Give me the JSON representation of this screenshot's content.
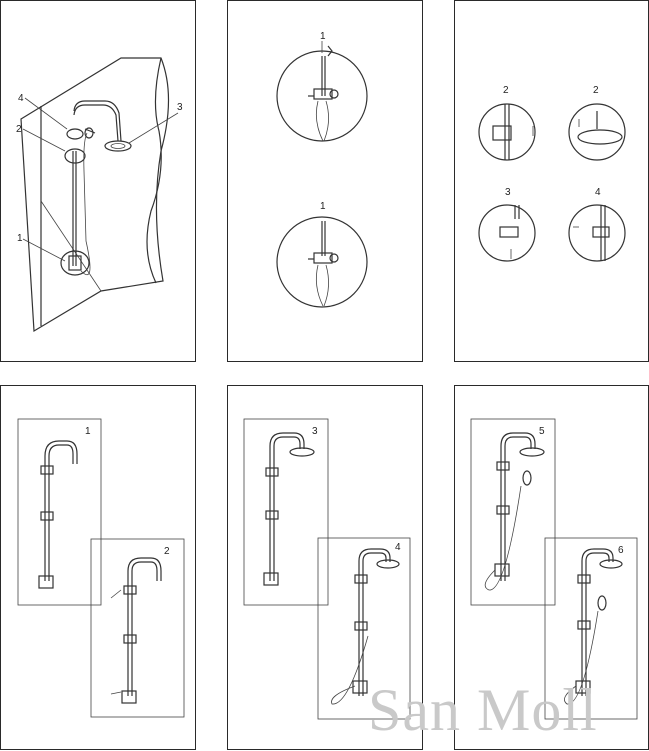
{
  "panels": {
    "p1": {
      "labels": [
        "4",
        "2",
        "3",
        "1"
      ]
    },
    "p2": {
      "labels": [
        "1",
        "1"
      ]
    },
    "p3": {
      "labels": [
        "2",
        "2",
        "3",
        "4"
      ]
    },
    "p4": {
      "labels": [
        "1",
        "2"
      ]
    },
    "p5": {
      "labels": [
        "3",
        "4"
      ]
    },
    "p6": {
      "labels": [
        "5",
        "6"
      ]
    }
  },
  "watermark": "San Moll"
}
